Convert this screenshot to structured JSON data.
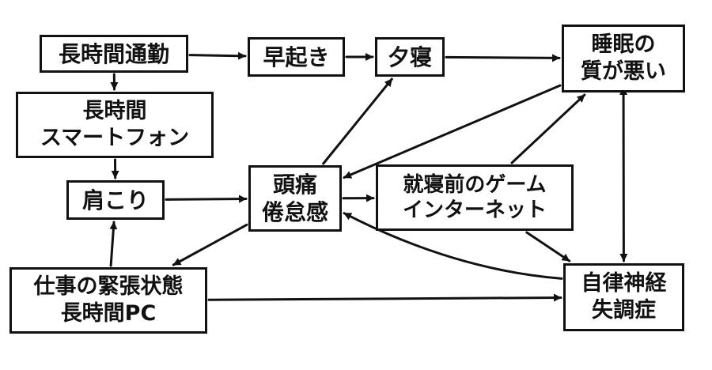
{
  "nodes": {
    "long_commute": {
      "lines": [
        "長時間通勤"
      ]
    },
    "early_rising": {
      "lines": [
        "早起き"
      ]
    },
    "evening_nap": {
      "lines": [
        "夕寝"
      ]
    },
    "poor_sleep": {
      "lines": [
        "睡眠の",
        "質が悪い"
      ]
    },
    "long_smartphone": {
      "lines": [
        "長時間",
        "スマートフォン"
      ]
    },
    "stiff_shoulders": {
      "lines": [
        "肩こり"
      ]
    },
    "headache_fatigue": {
      "lines": [
        "頭痛",
        "倦怠感"
      ]
    },
    "bedtime_gaming": {
      "lines": [
        "就寝前のゲーム",
        "インターネット"
      ]
    },
    "work_stress": {
      "lines": [
        "仕事の緊張状態",
        "長時間PC"
      ]
    },
    "autonomic_disorder": {
      "lines": [
        "自律神経",
        "失調症"
      ]
    }
  },
  "edges": [
    {
      "from": "long_commute",
      "to": "early_rising"
    },
    {
      "from": "early_rising",
      "to": "evening_nap"
    },
    {
      "from": "evening_nap",
      "to": "poor_sleep"
    },
    {
      "from": "long_commute",
      "to": "long_smartphone"
    },
    {
      "from": "long_smartphone",
      "to": "stiff_shoulders"
    },
    {
      "from": "stiff_shoulders",
      "to": "headache_fatigue"
    },
    {
      "from": "headache_fatigue",
      "to": "evening_nap"
    },
    {
      "from": "poor_sleep",
      "to": "headache_fatigue"
    },
    {
      "from": "headache_fatigue",
      "to": "bedtime_gaming"
    },
    {
      "from": "bedtime_gaming",
      "to": "poor_sleep"
    },
    {
      "from": "bedtime_gaming",
      "to": "autonomic_disorder"
    },
    {
      "from": "poor_sleep",
      "to": "autonomic_disorder",
      "bidirectional": true
    },
    {
      "from": "autonomic_disorder",
      "to": "headache_fatigue",
      "curved": true
    },
    {
      "from": "headache_fatigue",
      "to": "work_stress"
    },
    {
      "from": "work_stress",
      "to": "stiff_shoulders"
    },
    {
      "from": "work_stress",
      "to": "autonomic_disorder"
    }
  ]
}
